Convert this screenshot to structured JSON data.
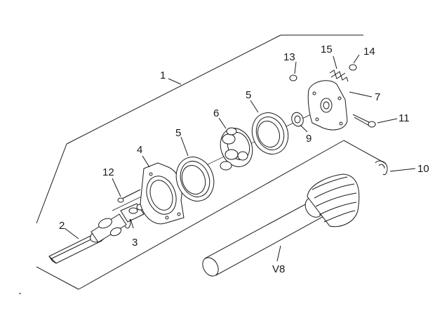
{
  "callouts": {
    "c1": "1",
    "c2": "2",
    "c3": "3",
    "c4": "4",
    "c5a": "5",
    "c5b": "5",
    "c6": "6",
    "c7": "7",
    "c8": "V8",
    "c9": "9",
    "c10": "10",
    "c11": "11",
    "c12": "12",
    "c13": "13",
    "c14": "14",
    "c15": "15"
  },
  "colors": {
    "line": "#1a1a1a",
    "background": "#ffffff"
  }
}
